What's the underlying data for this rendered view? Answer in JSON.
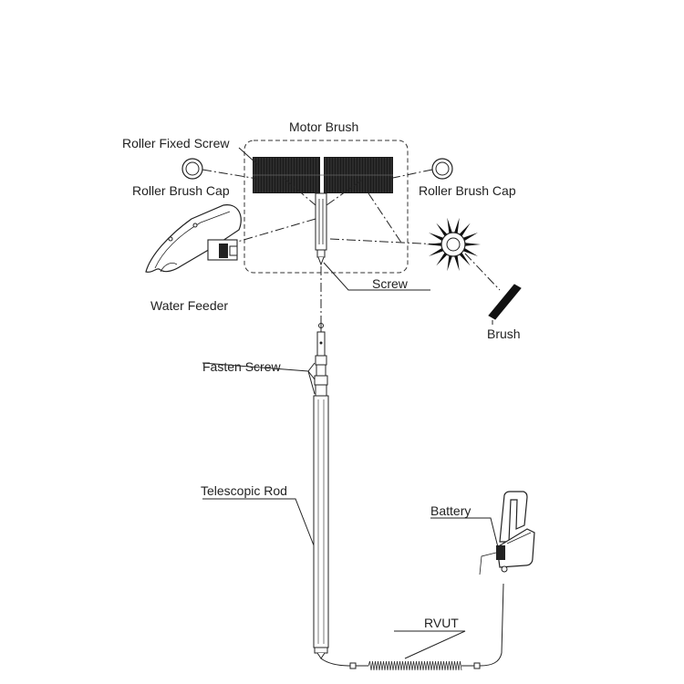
{
  "labels": {
    "motor_brush": "Motor Brush",
    "roller_fixed_screw": "Roller Fixed Screw",
    "roller_brush_cap_left": "Roller Brush Cap",
    "roller_brush_cap_right": "Roller Brush Cap",
    "water_feeder": "Water Feeder",
    "screw": "Screw",
    "brush": "Brush",
    "fasten_screw": "Fasten Screw",
    "telescopic_rod": "Telescopic Rod",
    "battery": "Battery",
    "rvut": "RVUT"
  },
  "colors": {
    "line": "#222222",
    "bristle": "#1a1a1a",
    "background": "#ffffff"
  }
}
